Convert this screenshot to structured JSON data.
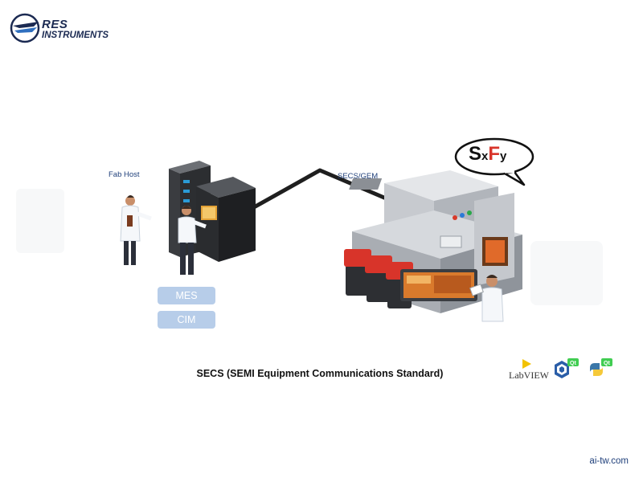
{
  "logo": {
    "line1": "RES",
    "line2": "INSTRUMENTS"
  },
  "labels": {
    "fab_host": "Fab Host",
    "secs_gem": "SECS/GEM"
  },
  "systems": [
    {
      "label": "MES"
    },
    {
      "label": "CIM"
    }
  ],
  "caption": "SECS (SEMI Equipment Communications Standard)",
  "speech_bubble": {
    "text_parts": [
      "S",
      "x",
      "F",
      "y"
    ]
  },
  "tools": [
    {
      "name": "LabVIEW",
      "icon": "labview-icon"
    },
    {
      "name": "",
      "icon": "cpp-qt-icon"
    },
    {
      "name": "",
      "icon": "python-qt-icon"
    }
  ],
  "footer": {
    "url": "ai-tw.com"
  },
  "colors": {
    "brand_navy": "#1b2a52",
    "label_blue": "#1f3f7a",
    "pill_blue": "#b7cde9",
    "accent_red": "#d8342a",
    "qt_green": "#41cd52"
  }
}
